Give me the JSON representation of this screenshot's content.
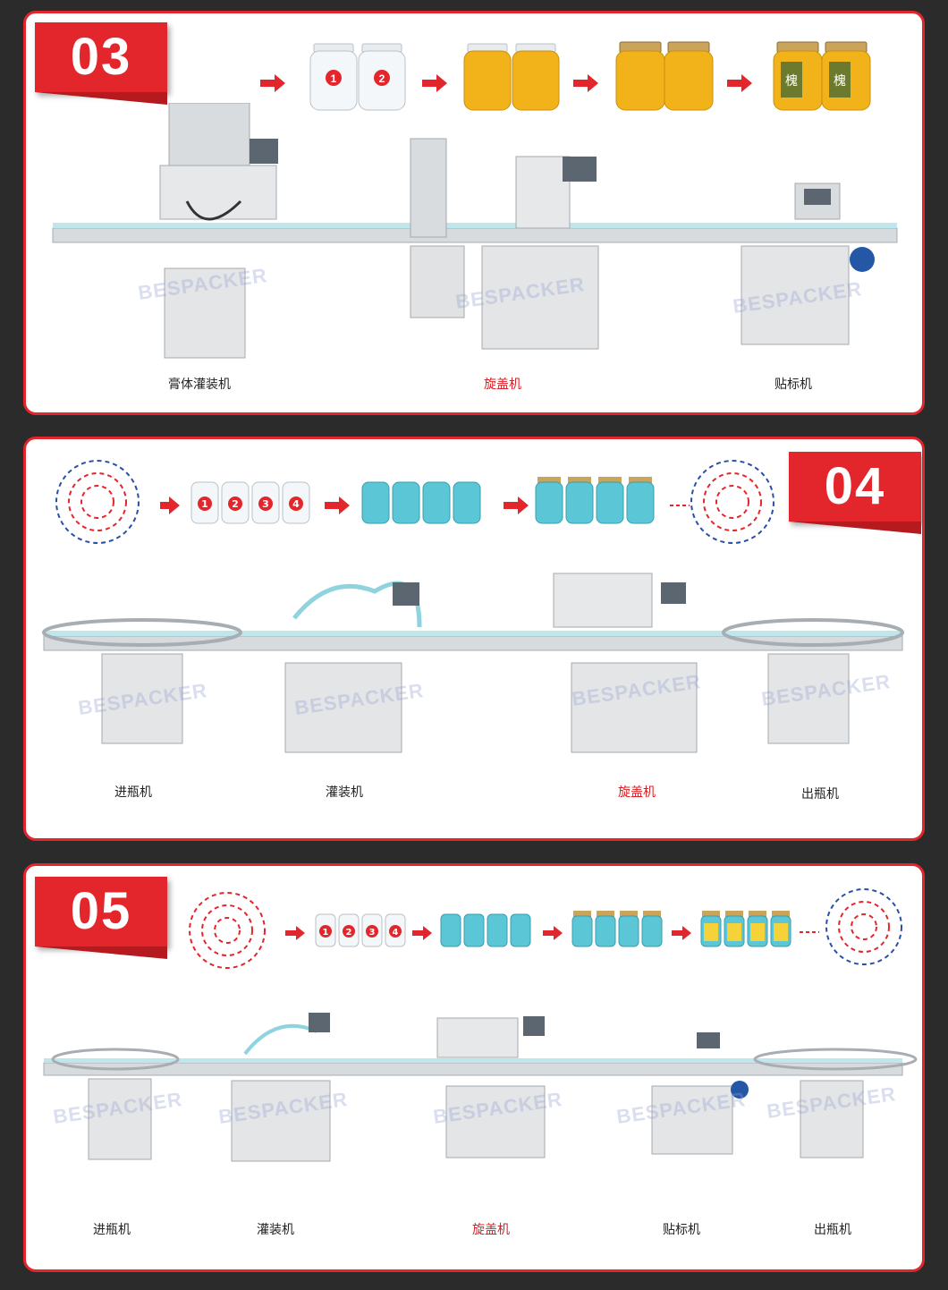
{
  "panels": [
    {
      "number": "03",
      "labels": [
        {
          "text": "膏体灌装机",
          "highlight": false
        },
        {
          "text": "旋盖机",
          "highlight": true
        },
        {
          "text": "贴标机",
          "highlight": false
        }
      ]
    },
    {
      "number": "04",
      "labels": [
        {
          "text": "进瓶机",
          "highlight": false
        },
        {
          "text": "灌装机",
          "highlight": false
        },
        {
          "text": "旋盖机",
          "highlight": true
        },
        {
          "text": "出瓶机",
          "highlight": false
        }
      ]
    },
    {
      "number": "05",
      "labels": [
        {
          "text": "进瓶机",
          "highlight": false
        },
        {
          "text": "灌装机",
          "highlight": false
        },
        {
          "text": "旋盖机",
          "highlight": true
        },
        {
          "text": "贴标机",
          "highlight": false
        },
        {
          "text": "出瓶机",
          "highlight": false
        }
      ]
    }
  ],
  "watermark": "BESPACKER",
  "jar_numbers": [
    "1",
    "2",
    "3",
    "4"
  ],
  "jar_label_char": "槐",
  "colors": {
    "accent": "#e3262c",
    "honey": "#f2b21a",
    "blue_liquid": "#5bc6d6",
    "arrow_blue": "#2a4fa8"
  }
}
